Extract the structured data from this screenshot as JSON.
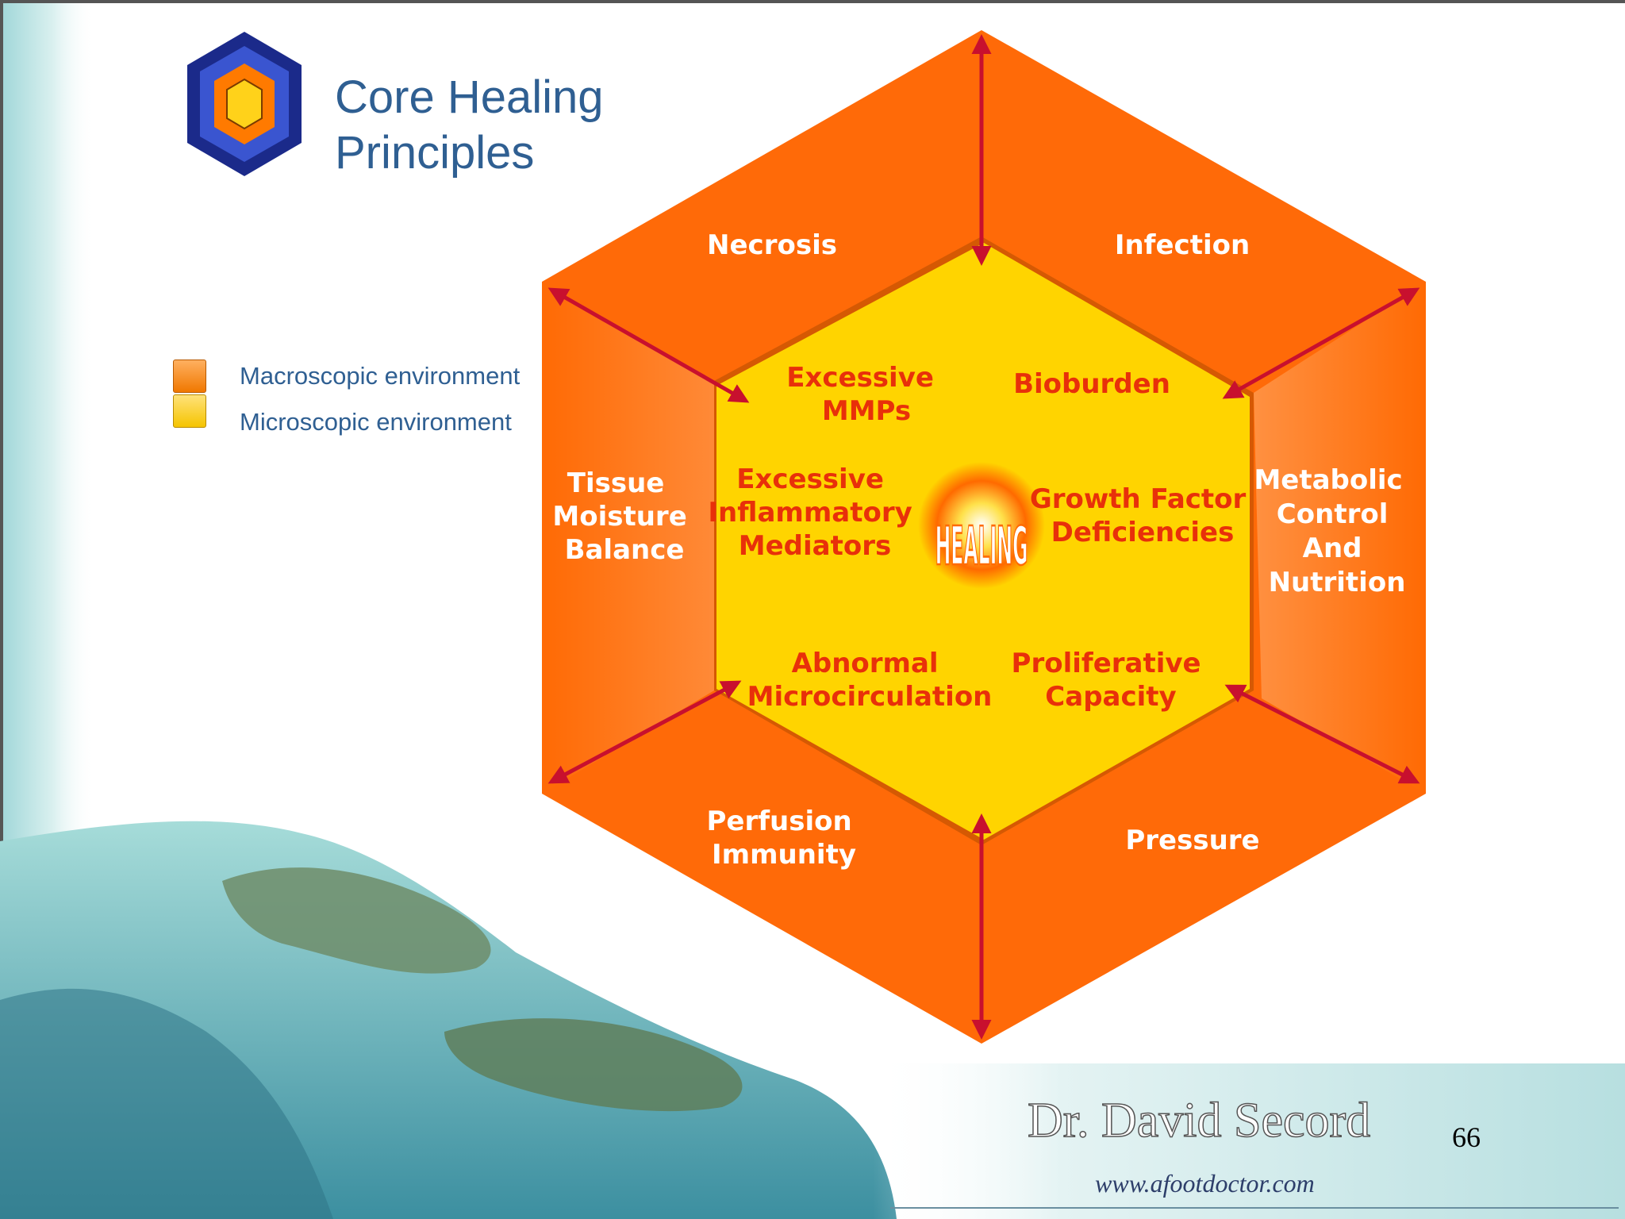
{
  "slide": {
    "title_line1": "Core Healing",
    "title_line2": "Principles",
    "page_number": "66"
  },
  "legend": [
    {
      "label": "Macroscopic environment",
      "color": "#f07800"
    },
    {
      "label": "Microscopic environment",
      "color": "#f5c400"
    }
  ],
  "diagram": {
    "center": "HEALING",
    "outer": {
      "top_left": "Necrosis",
      "top_right": "Infection",
      "left": [
        "Tissue",
        "Moisture",
        "Balance"
      ],
      "right": [
        "Metabolic",
        "Control",
        "And",
        "Nutrition"
      ],
      "bottom_left": [
        "Perfusion",
        "Immunity"
      ],
      "bottom_right": "Pressure"
    },
    "inner": {
      "top_left": [
        "Excessive",
        "MMPs"
      ],
      "top_right": "Bioburden",
      "left": [
        "Excessive",
        "Inflammatory",
        "Mediators"
      ],
      "right": [
        "Growth Factor",
        "Deficiencies"
      ],
      "bottom_left": [
        "Abnormal",
        "Microcirculation"
      ],
      "bottom_right": [
        "Proliferative",
        "Capacity"
      ]
    },
    "colors": {
      "outer": "#ff6f0a",
      "inner": "#ffd400",
      "inner_text": "#e8300a",
      "arrow": "#c8102e"
    }
  },
  "footer": {
    "name": "Dr. David Secord",
    "url": "www.afootdoctor.com"
  }
}
